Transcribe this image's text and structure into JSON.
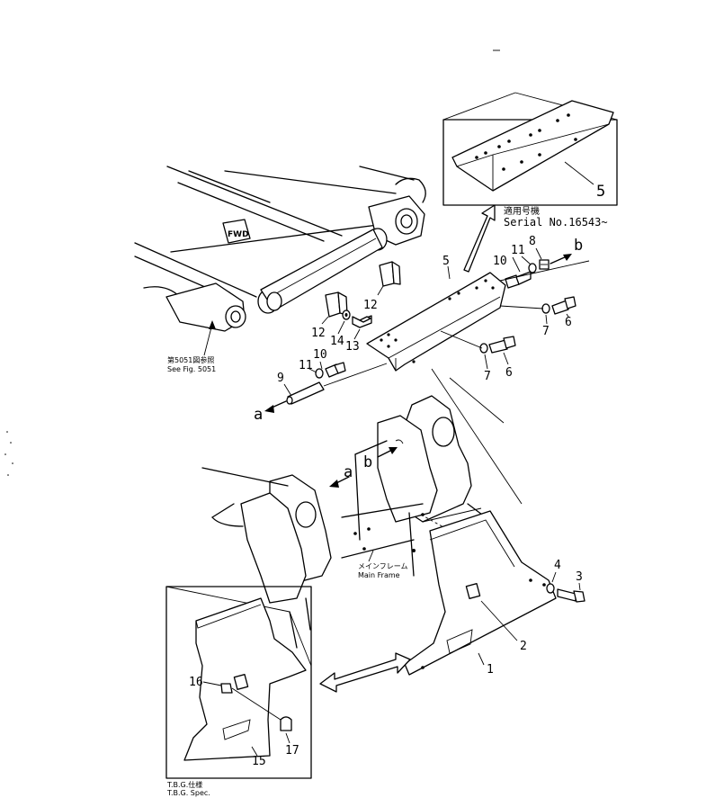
{
  "callouts": {
    "c1": "1",
    "c2": "2",
    "c3": "3",
    "c4": "4",
    "c5": "5",
    "c5b": "5",
    "c6a": "6",
    "c6b": "6",
    "c7a": "7",
    "c7b": "7",
    "c8": "8",
    "c9": "9",
    "c10a": "10",
    "c10b": "10",
    "c11a": "11",
    "c11b": "11",
    "c12a": "12",
    "c12b": "12",
    "c13": "13",
    "c14": "14",
    "c15": "15",
    "c16": "16",
    "c17": "17"
  },
  "connectors": {
    "a1": "a",
    "a2": "a",
    "b1": "b",
    "b2": "b"
  },
  "notes": {
    "applicable_jp": "適用号機",
    "serial": "Serial No.16543~",
    "see_fig_jp": "第5051図参照",
    "see_fig": "See Fig. 5051",
    "main_frame_jp": "メインフレーム",
    "main_frame": "Main Frame",
    "tbg_jp": "T.B.G.仕様",
    "tbg": "T.B.G. Spec.",
    "fwd": "FWD"
  }
}
